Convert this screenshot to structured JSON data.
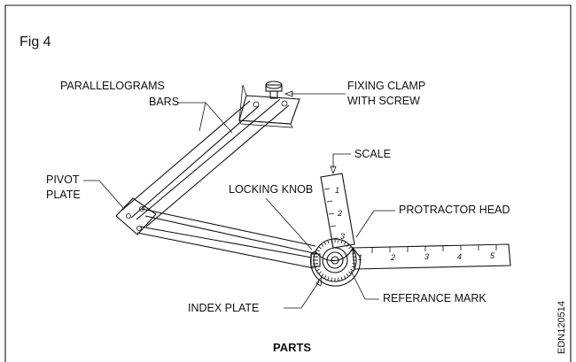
{
  "figure": {
    "title": "Fig 4",
    "caption": "PARTS",
    "code": "EDN120514"
  },
  "labels": {
    "parallelograms_bars_line1": "PARALLELOGRAMS",
    "parallelograms_bars_line2": "BARS",
    "fixing_clamp_line1": "FIXING CLAMP",
    "fixing_clamp_line2": "WITH SCREW",
    "scale": "SCALE",
    "pivot_plate_line1": "PIVOT",
    "pivot_plate_line2": "PLATE",
    "locking_knob": "LOCKING KNOB",
    "protractor_head": "PROTRACTOR HEAD",
    "index_plate": "INDEX PLATE",
    "referance_mark": "REFERANCE MARK"
  },
  "scale_numbers": {
    "horizontal": [
      "1",
      "2",
      "3",
      "4",
      "5"
    ],
    "vertical": [
      "1",
      "2",
      "3"
    ]
  }
}
